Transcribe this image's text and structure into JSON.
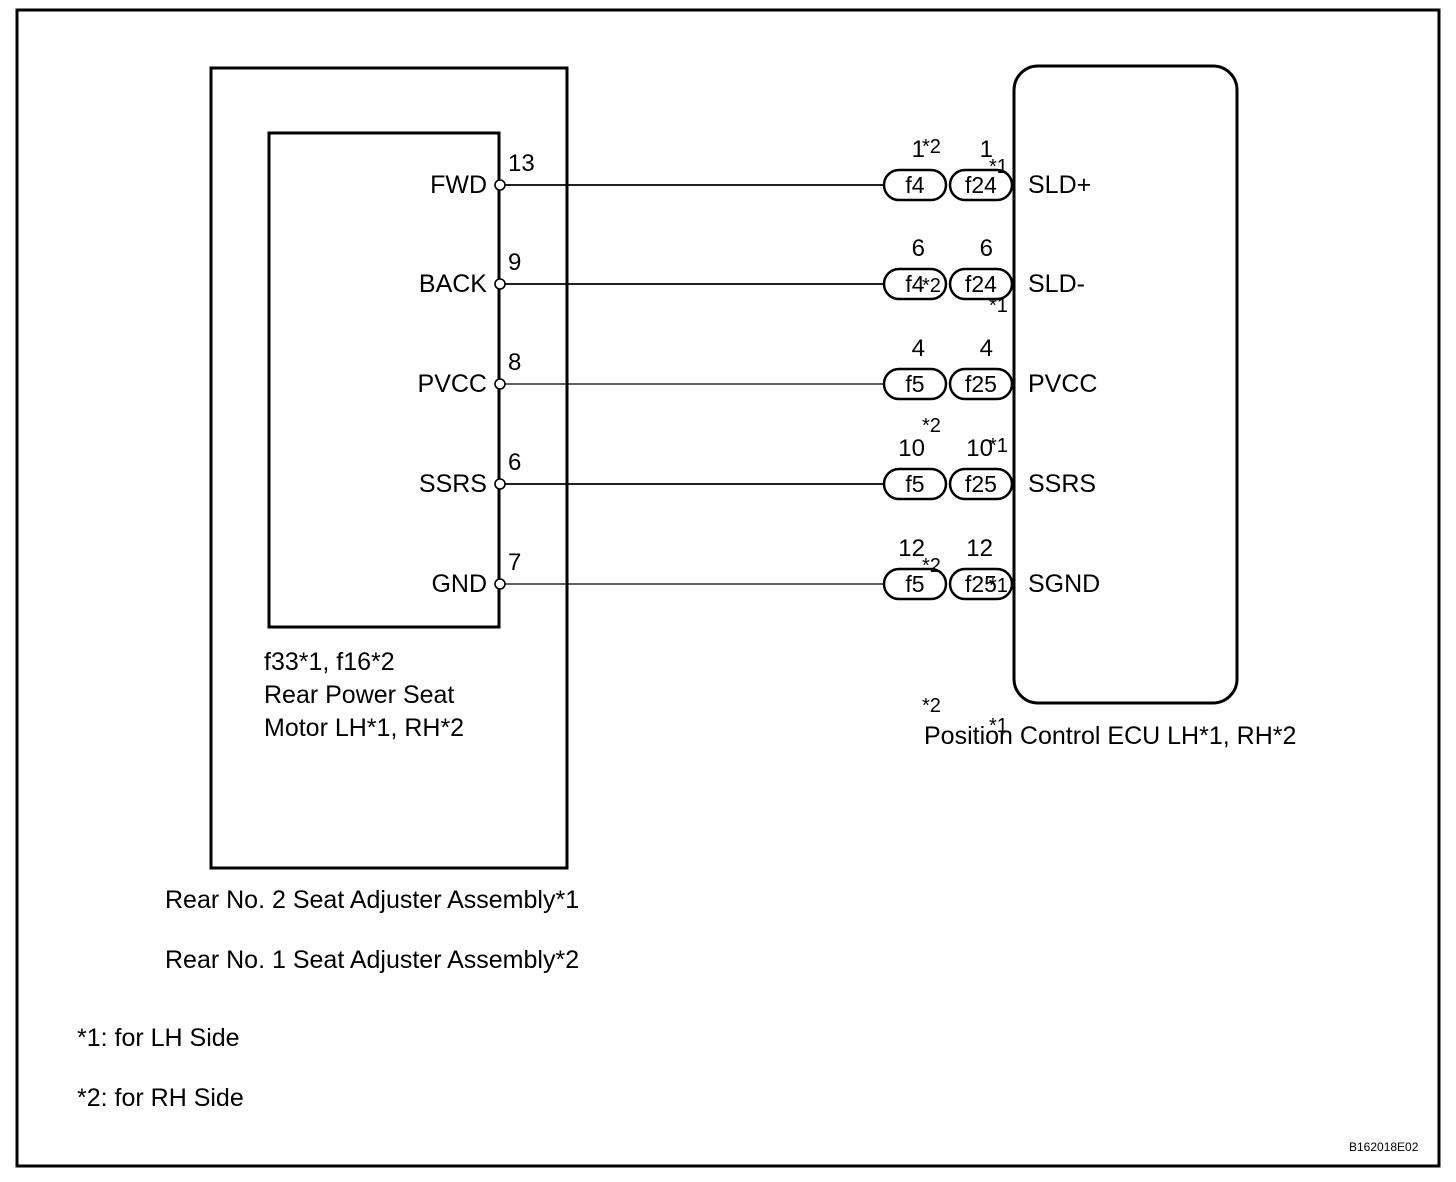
{
  "diagram": {
    "left_component": {
      "outer_caption_lines": [
        "Rear No. 2 Seat Adjuster Assembly*1",
        "Rear No. 1 Seat Adjuster Assembly*2"
      ],
      "inner_caption_lines": [
        "f33*1, f16*2",
        "Rear Power Seat",
        "Motor LH*1, RH*2"
      ]
    },
    "right_component": {
      "caption": "Position Control ECU LH*1, RH*2"
    },
    "wires": [
      {
        "motor_pin_name": "FWD",
        "motor_pin_no": "13",
        "conn_rh": "f4",
        "pin_rh": "1",
        "mark_rh": "*2",
        "conn_lh": "f24",
        "pin_lh": "1",
        "mark_lh": "*1",
        "ecu_pin_name": "SLD+"
      },
      {
        "motor_pin_name": "BACK",
        "motor_pin_no": "9",
        "conn_rh": "f4",
        "pin_rh": "6",
        "mark_rh": "*2",
        "conn_lh": "f24",
        "pin_lh": "6",
        "mark_lh": "*1",
        "ecu_pin_name": "SLD-"
      },
      {
        "motor_pin_name": "PVCC",
        "motor_pin_no": "8",
        "conn_rh": "f5",
        "pin_rh": "4",
        "mark_rh": "*2",
        "conn_lh": "f25",
        "pin_lh": "4",
        "mark_lh": "*1",
        "ecu_pin_name": "PVCC"
      },
      {
        "motor_pin_name": "SSRS",
        "motor_pin_no": "6",
        "conn_rh": "f5",
        "pin_rh": "10",
        "mark_rh": "*2",
        "conn_lh": "f25",
        "pin_lh": "10",
        "mark_lh": "*1",
        "ecu_pin_name": "SSRS"
      },
      {
        "motor_pin_name": "GND",
        "motor_pin_no": "7",
        "conn_rh": "f5",
        "pin_rh": "12",
        "mark_rh": "*2",
        "conn_lh": "f25",
        "pin_lh": "12",
        "mark_lh": "*1",
        "ecu_pin_name": "SGND"
      }
    ],
    "notes": [
      "*1: for LH Side",
      "*2: for RH Side"
    ],
    "figure_id": "B162018E02"
  }
}
